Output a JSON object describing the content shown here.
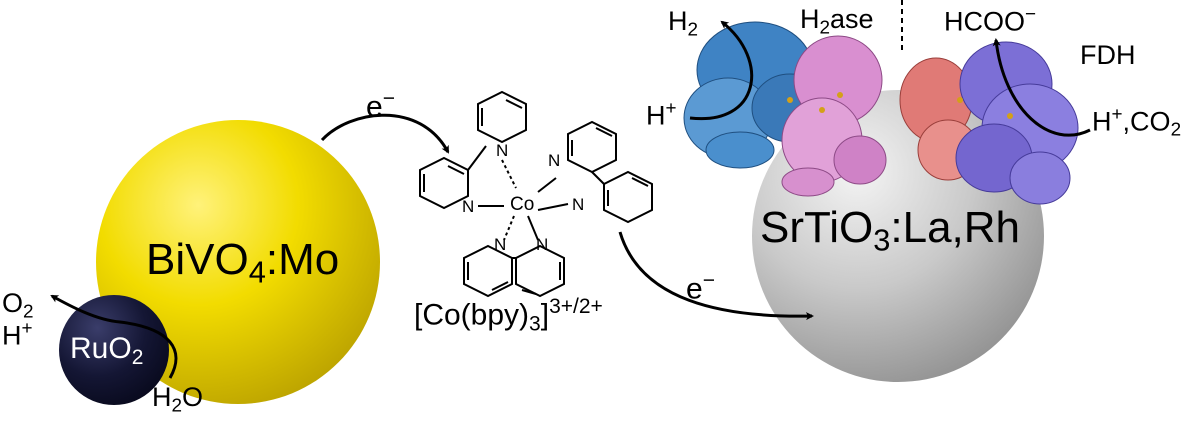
{
  "particles": {
    "bivo4": {
      "main": "BiVO",
      "sub": "4",
      "rest": ":Mo",
      "color": "#f2dc00"
    },
    "ruo2": {
      "main": "RuO",
      "sub": "2",
      "color": "#141634"
    },
    "srtio3": {
      "main": "SrTiO",
      "sub": "3",
      "rest": ":La,Rh",
      "color": "#c9c9c9"
    }
  },
  "mediator": {
    "main": "[Co(bpy)",
    "sub": "3",
    "tail": "]",
    "sup": "3+/2+",
    "metal": "Co",
    "nitrogen": "N"
  },
  "electrons": {
    "e1": "e",
    "e1_sup": "−",
    "e2": "e",
    "e2_sup": "−"
  },
  "oxidation": {
    "o2": "O",
    "o2_sub": "2",
    "hplus": "H",
    "hplus_sup": "+",
    "water": "H",
    "water_sub": "2",
    "water_tail": "O"
  },
  "reduction": {
    "h2": "H",
    "h2_sub": "2",
    "hplus": "H",
    "hplus_sup": "+",
    "h2ase": "H",
    "h2ase_sub": "2",
    "h2ase_tail": "ase",
    "formate": "HCOO",
    "formate_sup": "−",
    "fdh": "FDH",
    "hco2": "H",
    "hco2_sup": "+",
    "hco2_mid": ",CO",
    "hco2_sub": "2"
  },
  "colors": {
    "h2ase_blue": "#3f83c4",
    "h2ase_pink": "#d98fd0",
    "fdh_salmon": "#e07a76",
    "fdh_purple": "#7c6fd6"
  }
}
